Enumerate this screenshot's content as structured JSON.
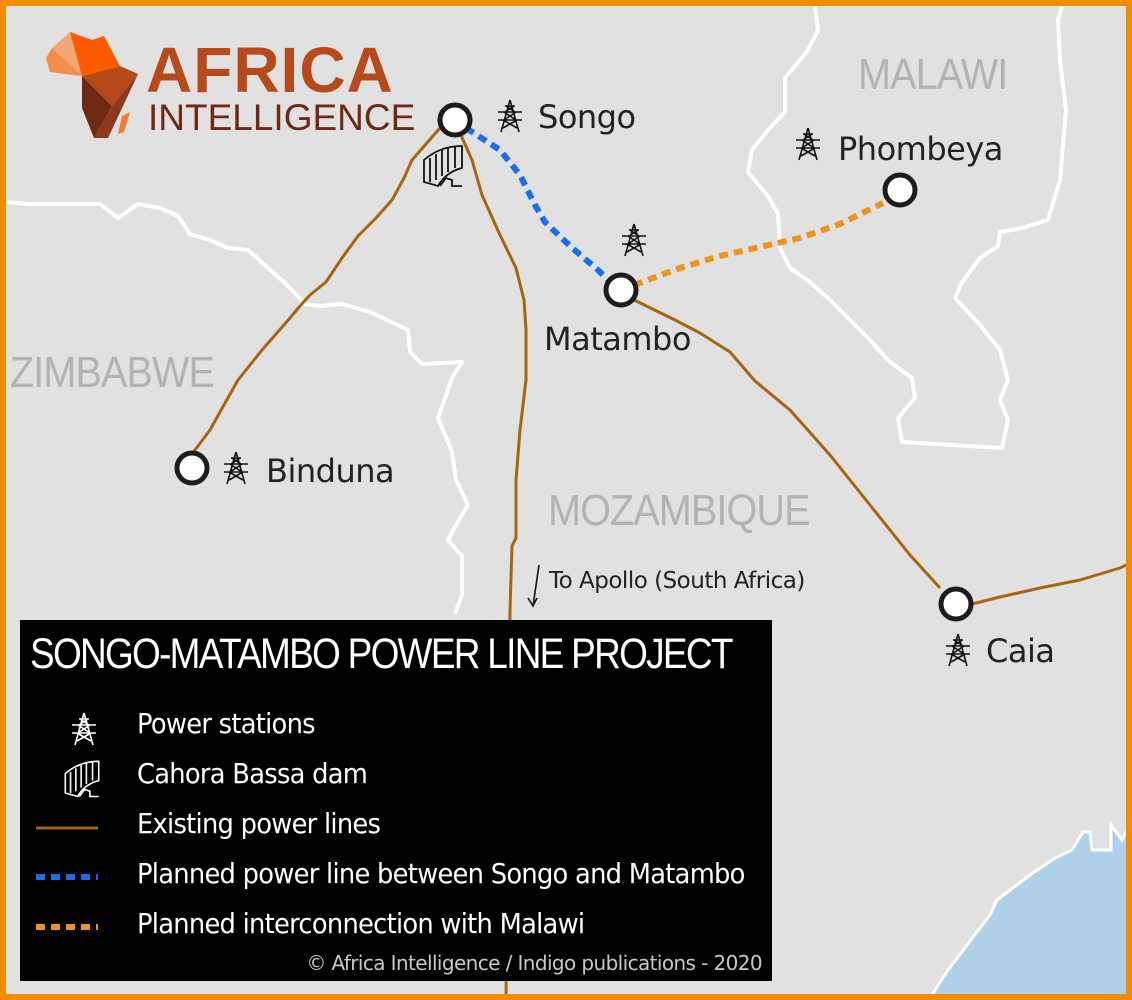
{
  "logo": {
    "title": "AFRICA",
    "subtitle": "INTELLIGENCE",
    "colors": [
      "#f4a774",
      "#f27d2e",
      "#ff5a00",
      "#b7491b",
      "#6e2814",
      "#8c3a1e"
    ]
  },
  "countries": {
    "malawi": "MALAWI",
    "zimbabwe": "ZIMBABWE",
    "mozambique": "MOZAMBIQUE"
  },
  "places": {
    "songo": "Songo",
    "phombeya": "Phombeya",
    "matambo": "Matambo",
    "binduna": "Binduna",
    "caia": "Caia"
  },
  "notes": {
    "apollo": "To Apollo (South Africa)"
  },
  "legend": {
    "title": "SONGO-MATAMBO POWER LINE PROJECT",
    "items": [
      {
        "icon": "power-station-icon",
        "label": "Power stations"
      },
      {
        "icon": "dam-icon",
        "label": "Cahora Bassa dam"
      },
      {
        "icon": "existing-line-swatch",
        "label": "Existing power lines",
        "color": "#a8650f"
      },
      {
        "icon": "planned-line-swatch",
        "label": "Planned power line between Songo and Matambo",
        "color": "#1a6cf0"
      },
      {
        "icon": "interconnection-swatch",
        "label": "Planned interconnection with Malawi",
        "color": "#f0921e"
      }
    ],
    "credit": "© Africa Intelligence / Indigo publications - 2020"
  },
  "colors": {
    "frame": "#f08c00",
    "land": "#e1e1e1",
    "border": "#ffffff",
    "water": "#aed0e8",
    "existing_line": "#a8650f",
    "planned_line": "#1a6cf0",
    "interconnection": "#f0921e"
  }
}
